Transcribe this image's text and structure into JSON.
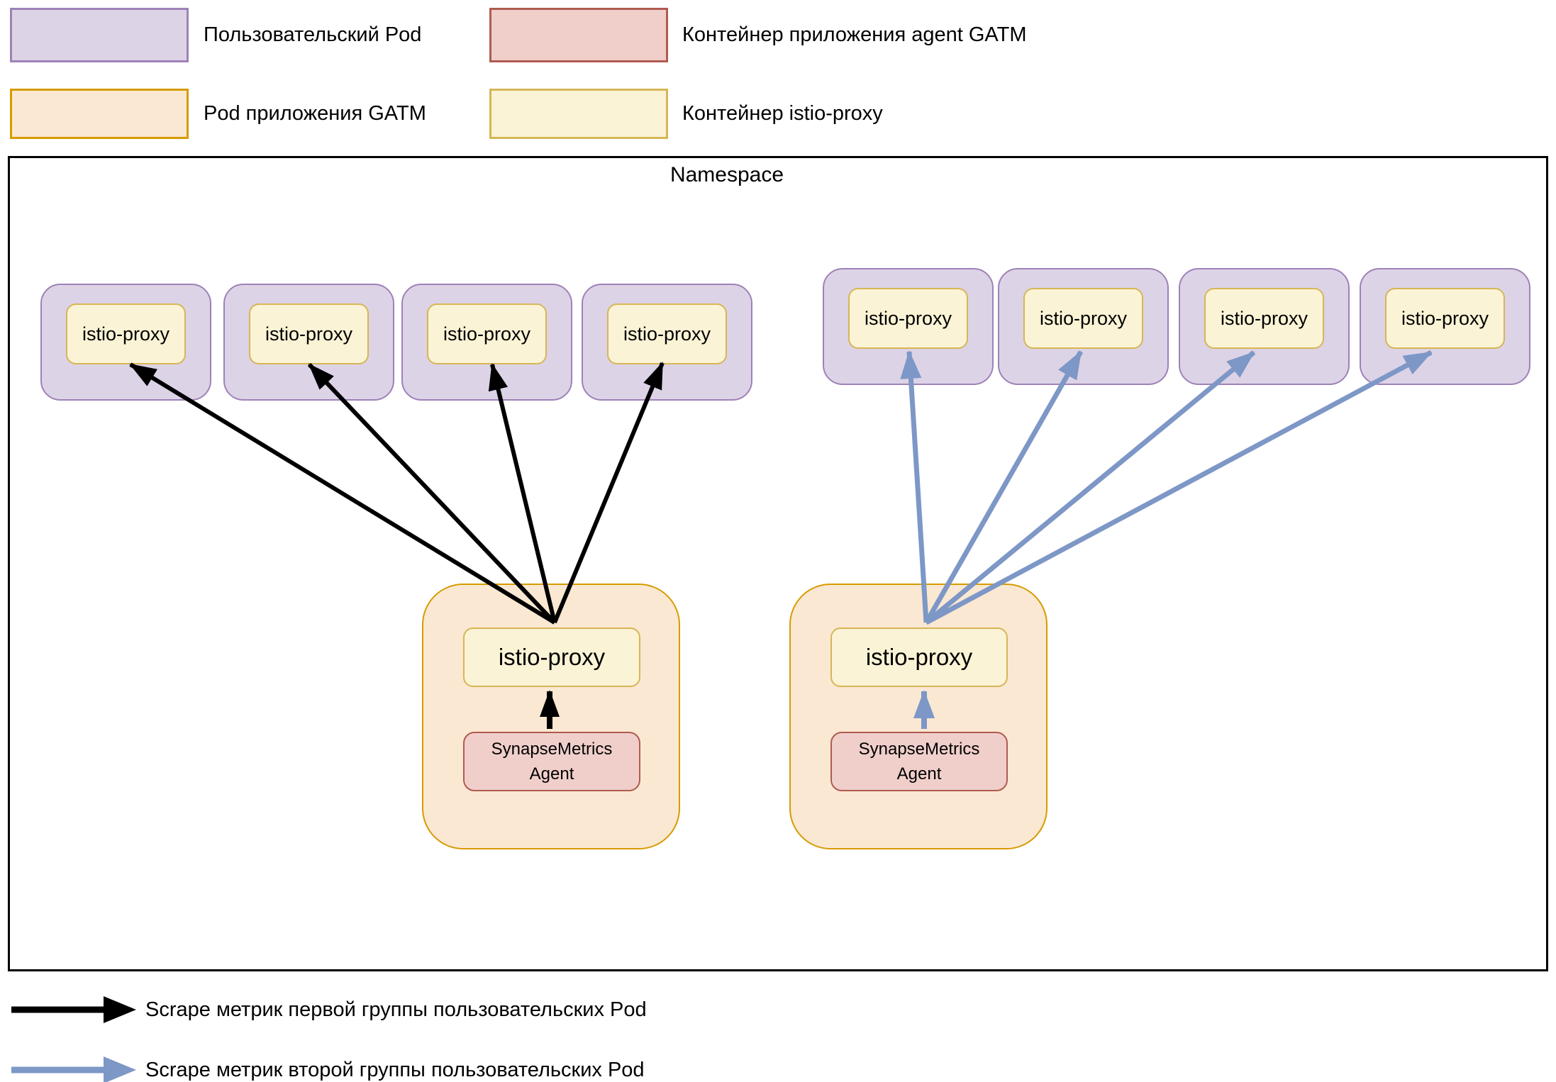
{
  "colors": {
    "user_pod_fill": "#DDD3E6",
    "user_pod_stroke": "#9E82B8",
    "gatm_pod_fill": "#FAE8D2",
    "gatm_pod_stroke": "#D79B00",
    "agent_fill": "#F0CFCB",
    "agent_stroke": "#B05B50",
    "istio_fill": "#FBF3D5",
    "istio_stroke": "#D6B656",
    "arrow_black": "#000000",
    "arrow_blue": "#7D97C6"
  },
  "legend_top": {
    "user_pod_label": "Пользовательский Pod",
    "gatm_pod_label": "Pod приложения GATM",
    "agent_container_label": "Контейнер приложения agent GATM",
    "istio_container_label": "Контейнер istio-proxy"
  },
  "namespace": {
    "title": "Namespace"
  },
  "left_group": {
    "pods": [
      {
        "container_label": "istio-proxy"
      },
      {
        "container_label": "istio-proxy"
      },
      {
        "container_label": "istio-proxy"
      },
      {
        "container_label": "istio-proxy"
      }
    ]
  },
  "right_group": {
    "pods": [
      {
        "container_label": "istio-proxy"
      },
      {
        "container_label": "istio-proxy"
      },
      {
        "container_label": "istio-proxy"
      },
      {
        "container_label": "istio-proxy"
      }
    ]
  },
  "gatm_pods": {
    "left": {
      "proxy_label": "istio-proxy",
      "agent_line1": "SynapseMetrics",
      "agent_line2": "Agent"
    },
    "right": {
      "proxy_label": "istio-proxy",
      "agent_line1": "SynapseMetrics",
      "agent_line2": "Agent"
    }
  },
  "legend_bottom": {
    "first_group_label": "Scrape метрик первой группы пользовательских Pod",
    "second_group_label": "Scrape метрик второй группы пользовательских Pod"
  }
}
